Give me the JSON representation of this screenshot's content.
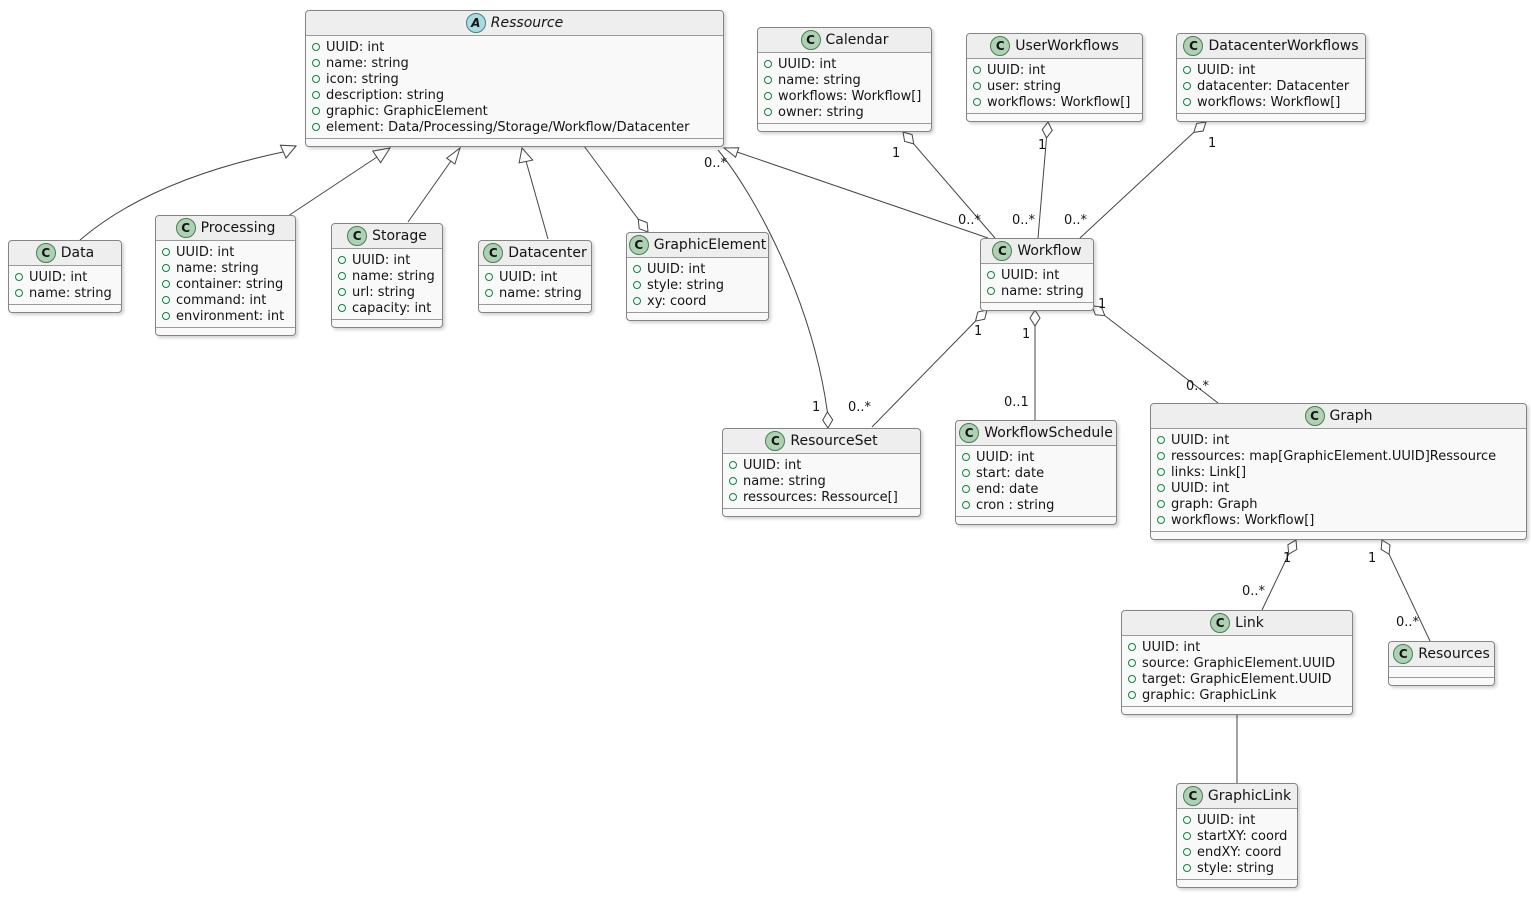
{
  "classes": {
    "ressource": {
      "icon": "A",
      "name": "Ressource",
      "attributes": [
        "UUID: int",
        "name: string",
        "icon: string",
        "description: string",
        "graphic: GraphicElement",
        "element: Data/Processing/Storage/Workflow/Datacenter"
      ]
    },
    "calendar": {
      "icon": "C",
      "name": "Calendar",
      "attributes": [
        "UUID: int",
        "name: string",
        "workflows: Workflow[]",
        "owner: string"
      ]
    },
    "user_workflows": {
      "icon": "C",
      "name": "UserWorkflows",
      "attributes": [
        "UUID: int",
        "user: string",
        "workflows: Workflow[]"
      ]
    },
    "datacenter_workflows": {
      "icon": "C",
      "name": "DatacenterWorkflows",
      "attributes": [
        "UUID: int",
        "datacenter: Datacenter",
        "workflows: Workflow[]"
      ]
    },
    "data": {
      "icon": "C",
      "name": "Data",
      "attributes": [
        "UUID: int",
        "name: string"
      ]
    },
    "processing": {
      "icon": "C",
      "name": "Processing",
      "attributes": [
        "UUID: int",
        "name: string",
        "container: string",
        "command: int",
        "environment: int"
      ]
    },
    "storage": {
      "icon": "C",
      "name": "Storage",
      "attributes": [
        "UUID: int",
        "name: string",
        "url: string",
        "capacity: int"
      ]
    },
    "datacenter": {
      "icon": "C",
      "name": "Datacenter",
      "attributes": [
        "UUID: int",
        "name: string"
      ]
    },
    "graphic_element": {
      "icon": "C",
      "name": "GraphicElement",
      "attributes": [
        "UUID: int",
        "style: string",
        "xy: coord"
      ]
    },
    "workflow": {
      "icon": "C",
      "name": "Workflow",
      "attributes": [
        "UUID: int",
        "name: string"
      ]
    },
    "resource_set": {
      "icon": "C",
      "name": "ResourceSet",
      "attributes": [
        "UUID: int",
        "name: string",
        "ressources: Ressource[]"
      ]
    },
    "workflow_schedule": {
      "icon": "C",
      "name": "WorkflowSchedule",
      "attributes": [
        "UUID: int",
        "start: date",
        "end: date",
        "cron : string"
      ]
    },
    "graph": {
      "icon": "C",
      "name": "Graph",
      "attributes": [
        "UUID: int",
        "ressources: map[GraphicElement.UUID]Ressource",
        "links: Link[]",
        "UUID: int",
        "graph: Graph",
        "workflows: Workflow[]"
      ]
    },
    "link": {
      "icon": "C",
      "name": "Link",
      "attributes": [
        "UUID: int",
        "source: GraphicElement.UUID",
        "target: GraphicElement.UUID",
        "graphic: GraphicLink"
      ]
    },
    "resources": {
      "icon": "C",
      "name": "Resources",
      "attributes": []
    },
    "graphic_link": {
      "icon": "C",
      "name": "GraphicLink",
      "attributes": [
        "UUID: int",
        "startXY: coord",
        "endXY: coord",
        "style: string"
      ]
    }
  },
  "relations": {
    "resourceset_ressource": {
      "whole_mult": "1",
      "part_mult": "0..*"
    },
    "workflow_resourceset": {
      "whole_mult": "1",
      "part_mult": "0..*"
    },
    "workflow_schedule": {
      "whole_mult": "1",
      "part_mult": "0..1"
    },
    "workflow_graph": {
      "whole_mult": "1",
      "part_mult": "0..*"
    },
    "calendar_workflow": {
      "whole_mult": "1",
      "part_mult": "0..*"
    },
    "userworkflows_workflow": {
      "whole_mult": "1",
      "part_mult": "0..*"
    },
    "datacenterworkflows_workflow": {
      "whole_mult": "1",
      "part_mult": "0..*"
    },
    "graph_link": {
      "whole_mult": "1",
      "part_mult": "0..*"
    },
    "graph_resources": {
      "whole_mult": "1",
      "part_mult": "0..*"
    }
  },
  "colors": {
    "class_icon_green": "#ADD1B2",
    "abstract_icon_blue": "#A9DCDF",
    "box_header": "#eeeeee",
    "box_body": "#f9f9f9",
    "edge": "#454545"
  }
}
